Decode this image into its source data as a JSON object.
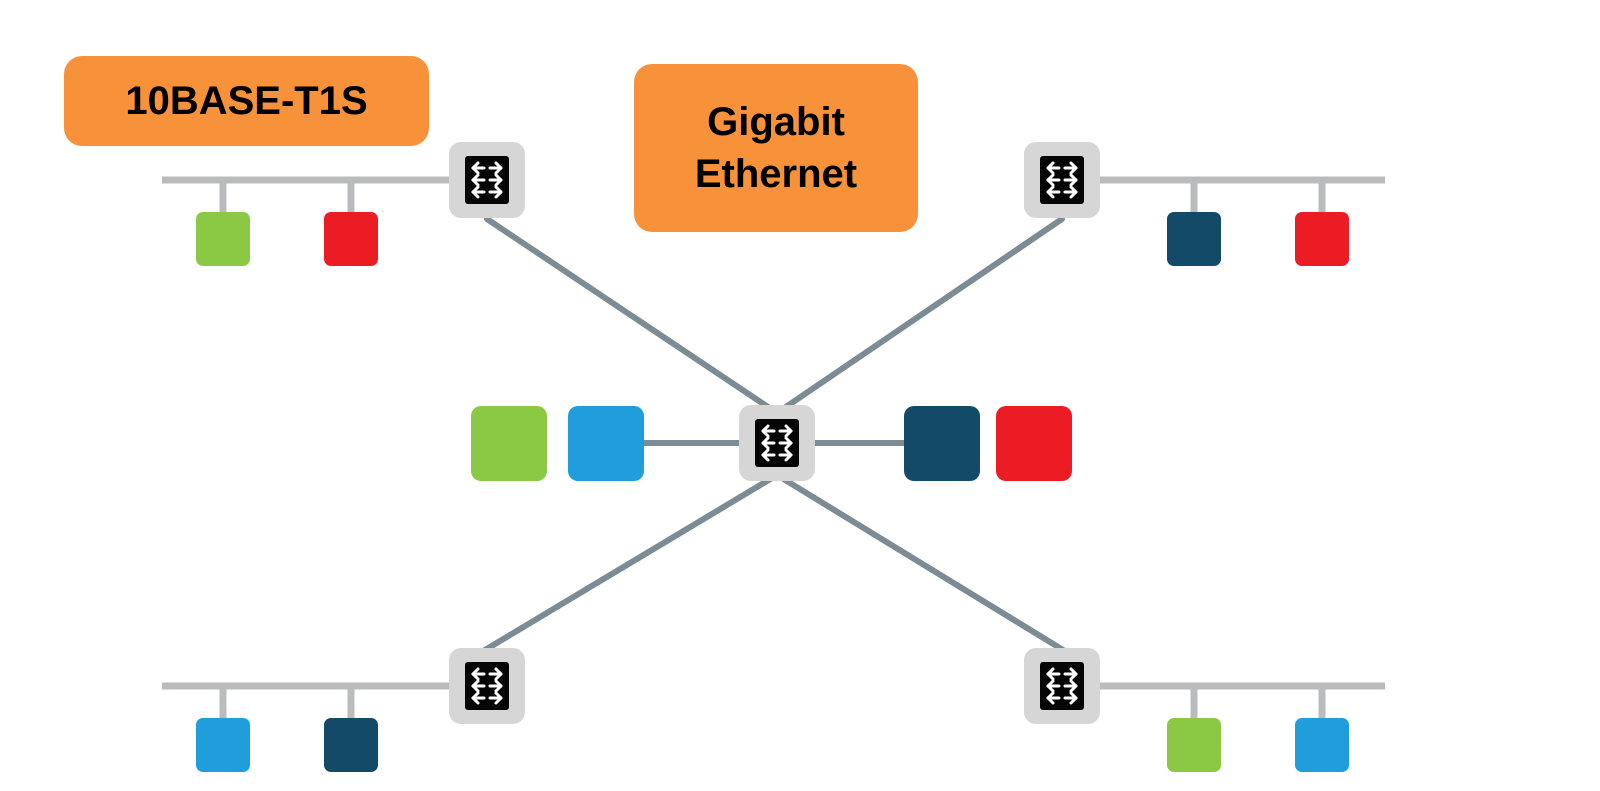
{
  "labels": {
    "t1s": "10BASE-T1S",
    "gbe_line1": "Gigabit",
    "gbe_line2": "Ethernet"
  },
  "colors": {
    "label_bg": "#F7923A",
    "link": "#7D8B94",
    "bus": "#B9BBBD",
    "switch_frame": "#D6D6D6",
    "switch_face": "#050505",
    "green": "#8BC944",
    "red": "#EC1C24",
    "light_blue": "#1F9EDB",
    "dark_blue": "#134A68"
  },
  "icons": {
    "switch": "switch-icon"
  },
  "segments": [
    {
      "name": "top-left",
      "nodes": [
        "green",
        "red"
      ]
    },
    {
      "name": "top-right",
      "nodes": [
        "dark_blue",
        "red"
      ]
    },
    {
      "name": "bottom-left",
      "nodes": [
        "light_blue",
        "dark_blue"
      ]
    },
    {
      "name": "bottom-right",
      "nodes": [
        "green",
        "light_blue"
      ]
    }
  ],
  "center": {
    "left_nodes": [
      "green",
      "light_blue"
    ],
    "right_nodes": [
      "dark_blue",
      "red"
    ]
  }
}
